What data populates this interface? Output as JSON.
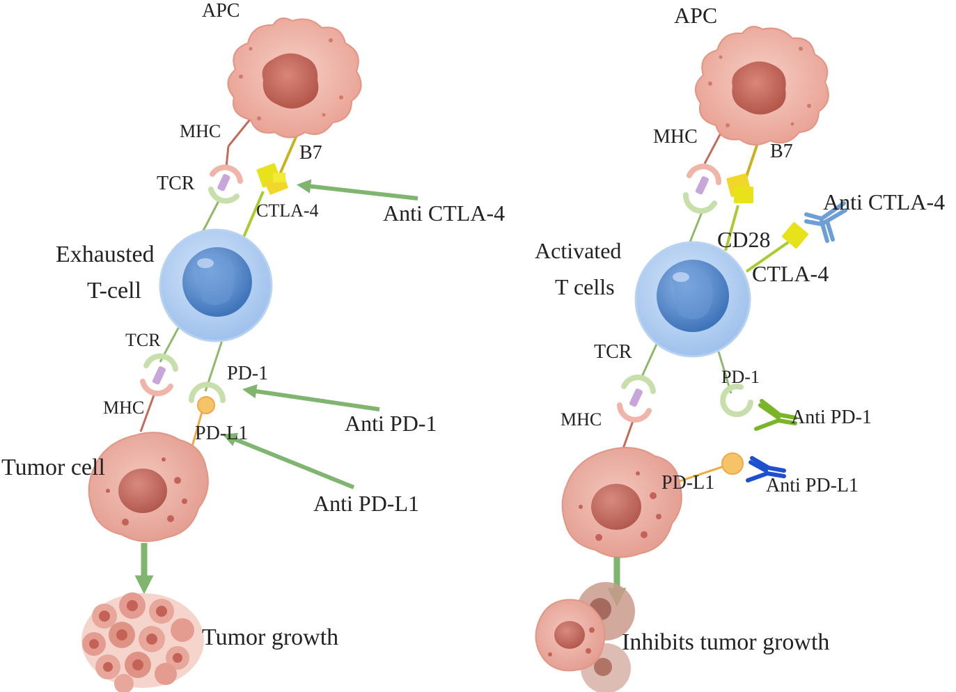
{
  "left_panel": {
    "apc": "APC",
    "mhc_top": "MHC",
    "b7": "B7",
    "tcr_top": "TCR",
    "ctla4": "CTLA-4",
    "anti_ctla4": "Anti CTLA-4",
    "tcell_line1": "Exhausted",
    "tcell_line2": "T-cell",
    "tcr_bottom": "TCR",
    "pd1": "PD-1",
    "anti_pd1": "Anti PD-1",
    "mhc_bottom": "MHC",
    "pdl1": "PD-L1",
    "tumor_cell": "Tumor cell",
    "anti_pdl1": "Anti PD-L1",
    "outcome": "Tumor growth"
  },
  "right_panel": {
    "apc": "APC",
    "mhc_top": "MHC",
    "b7": "B7",
    "anti_ctla4": "Anti CTLA-4",
    "cd28": "CD28",
    "ctla4": "CTLA-4",
    "tcell_line1": "Activated",
    "tcell_line2": "T cells",
    "tcr": "TCR",
    "pd1": "PD-1",
    "anti_pd1": "Anti PD-1",
    "mhc_bottom": "MHC",
    "pdl1": "PD-L1",
    "anti_pdl1": "Anti PD-L1",
    "outcome": "Inhibits tumor growth"
  },
  "colors": {
    "apc_cell": "#edaa9d",
    "apc_nucleus": "#c9695c",
    "t_cell": "#a9c9ef",
    "t_nucleus": "#4f86c6",
    "tumor_cell": "#e9a89b",
    "tumor_nucleus": "#c0675e",
    "inhibitor_arrow": "#7fb56f",
    "b7_ligand": "#c8b21e",
    "ctla4_receptor": "#e8e21a",
    "pd1_receptor": "#b8d59c",
    "pdl1_ligand": "#f5c468",
    "mhc_stalk": "#c46a5a",
    "anti_ctla4_antibody": "#6c9fd6",
    "anti_pd1_antibody": "#7ab527",
    "anti_pdl1_antibody": "#1d4fd1"
  }
}
